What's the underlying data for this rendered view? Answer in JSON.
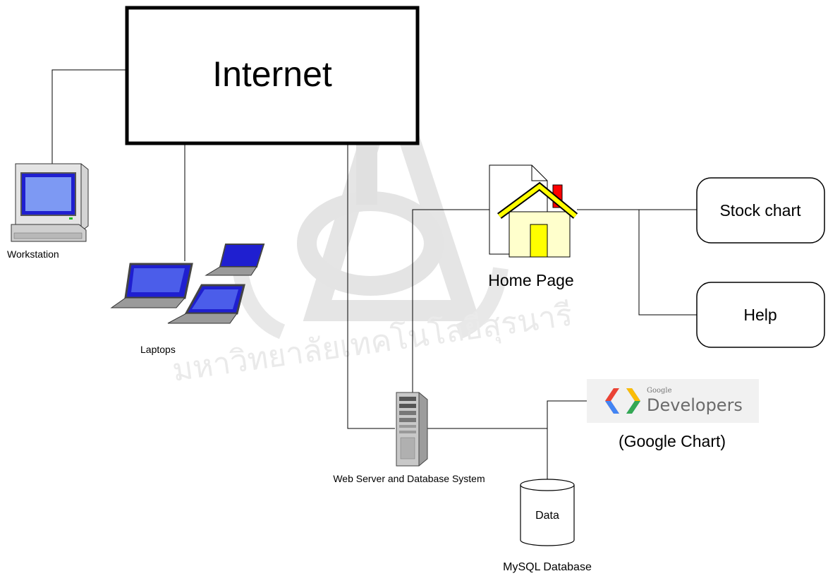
{
  "diagram": {
    "internet_label": "Internet",
    "workstation_label": "Workstation",
    "laptops_label": "Laptops",
    "home_page_label": "Home Page",
    "stock_chart_label": "Stock chart",
    "help_label": "Help",
    "server_label": "Web  Server and Database System",
    "google_logo_small": "Google",
    "google_logo_big": "Developers",
    "google_chart_label": "(Google Chart)",
    "database_label": "Data",
    "mysql_label": "MySQL Database"
  },
  "watermark": {
    "text": "มหาวิทยาลัยเทคโนโลยีสุรนารี"
  },
  "colors": {
    "line": "#000000",
    "screen_blue": "#1f1fd0",
    "house_wall": "#ffffcc",
    "house_roof": "#ffff00",
    "house_door": "#ffff00",
    "chimney": "#ff0000",
    "google_blue": "#4285f4",
    "google_red": "#ea4335",
    "google_yellow": "#fbbc05",
    "google_green": "#34a853",
    "logo_bg": "#f1f1f1",
    "watermark": "#d9d9d9"
  }
}
